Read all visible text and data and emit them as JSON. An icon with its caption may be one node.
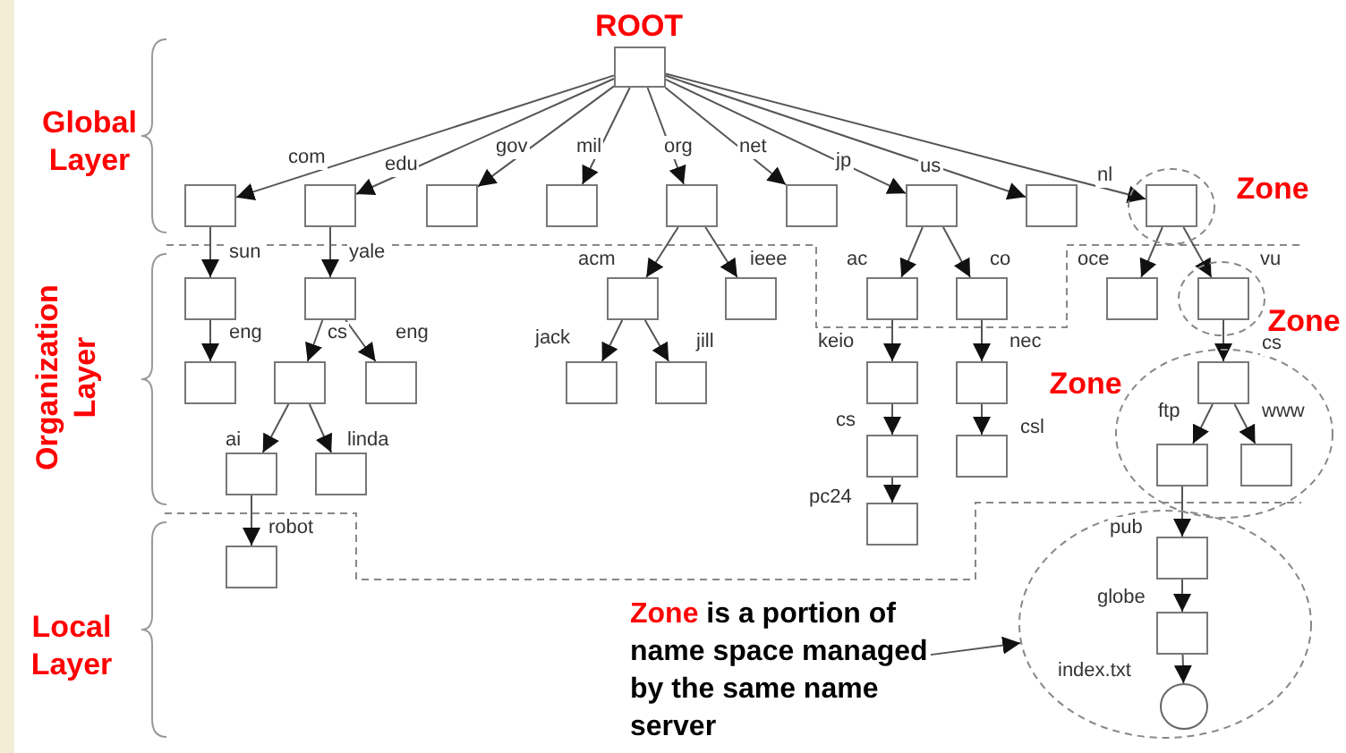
{
  "diagram": {
    "nodes": [
      {
        "text": [
          "ROOT"
        ]
      },
      {
        "text": [],
        "shape": "box"
      },
      {
        "text": [],
        "shape": "box"
      },
      {
        "text": [],
        "shape": "box"
      },
      {
        "text": [],
        "shape": "box"
      },
      {
        "text": [],
        "shape": "box"
      },
      {
        "text": [],
        "shape": "box"
      },
      {
        "text": [],
        "shape": "box"
      },
      {
        "text": [],
        "shape": "box"
      },
      {
        "text": [
          "Zone"
        ]
      },
      {
        "text": [],
        "shape": "box",
        "in": 9
      },
      {
        "text": [],
        "shape": "box"
      },
      {
        "text": [],
        "shape": "box"
      },
      {
        "text": [],
        "shape": "box"
      },
      {
        "text": [],
        "shape": "box"
      },
      {
        "text": [],
        "shape": "box"
      },
      {
        "text": [],
        "shape": "box"
      },
      {
        "text": [],
        "shape": "box"
      },
      {
        "text": [
          "Zone"
        ]
      },
      {
        "text": [],
        "shape": "box",
        "in": 18
      },
      {
        "text": [],
        "shape": "box"
      },
      {
        "text": [],
        "shape": "box"
      },
      {
        "text": [],
        "shape": "box"
      },
      {
        "text": [],
        "shape": "box"
      },
      {
        "text": [],
        "shape": "box"
      },
      {
        "text": [],
        "shape": "box"
      },
      {
        "text": [],
        "shape": "box"
      },
      {
        "text": [
          "Zone"
        ]
      },
      {
        "text": [],
        "shape": "box",
        "in": 27
      },
      {
        "text": [],
        "shape": "box"
      },
      {
        "text": [],
        "shape": "box"
      },
      {
        "text": [],
        "shape": "box"
      },
      {
        "text": [],
        "shape": "box"
      },
      {
        "text": [],
        "shape": "box",
        "in": 27
      },
      {
        "text": [],
        "shape": "box",
        "in": 27
      },
      {
        "text": [],
        "shape": "box"
      },
      {
        "text": [],
        "shape": "box"
      },
      {
        "text": [],
        "shape": "circle"
      },
      {
        "text": [],
        "shape": "box",
        "in": 37
      },
      {
        "text": [],
        "shape": "box",
        "in": 37
      },
      {
        "text": [],
        "shape": "circle",
        "in": 37
      },
      {
        "text": [
          "Zone is a portion of name space managed by the same name server"
        ]
      }
    ],
    "edges": [
      {
        "from": 0,
        "to": 1,
        "arrow": "to",
        "label": "com"
      },
      {
        "from": 0,
        "to": 2,
        "arrow": "to",
        "label": "edu"
      },
      {
        "from": 0,
        "to": 3,
        "arrow": "to",
        "label": "gov"
      },
      {
        "from": 0,
        "to": 4,
        "arrow": "to",
        "label": "mil"
      },
      {
        "from": 0,
        "to": 5,
        "arrow": "to",
        "label": "org"
      },
      {
        "from": 0,
        "to": 6,
        "arrow": "to",
        "label": "net"
      },
      {
        "from": 0,
        "to": 7,
        "arrow": "to",
        "label": "jp"
      },
      {
        "from": 0,
        "to": 8,
        "arrow": "to",
        "label": "us"
      },
      {
        "from": 0,
        "to": 10,
        "arrow": "to",
        "label": "nl"
      },
      {
        "from": 1,
        "to": 11,
        "arrow": "to",
        "label": "sun"
      },
      {
        "from": 2,
        "to": 12,
        "arrow": "to",
        "label": "yale"
      },
      {
        "from": 5,
        "to": 13,
        "arrow": "to",
        "label": "acm"
      },
      {
        "from": 5,
        "to": 14,
        "arrow": "to",
        "label": "ieee"
      },
      {
        "from": 7,
        "to": 15,
        "arrow": "to",
        "label": "ac"
      },
      {
        "from": 7,
        "to": 16,
        "arrow": "to",
        "label": "co"
      },
      {
        "from": 10,
        "to": 17,
        "arrow": "to",
        "label": "oce"
      },
      {
        "from": 10,
        "to": 19,
        "arrow": "to",
        "label": "vu"
      },
      {
        "from": 11,
        "to": 20,
        "arrow": "to",
        "label": "eng"
      },
      {
        "from": 12,
        "to": 21,
        "arrow": "to",
        "label": "cs"
      },
      {
        "from": 12,
        "to": 22,
        "arrow": "to",
        "label": "eng"
      },
      {
        "from": 13,
        "to": 23,
        "arrow": "to",
        "label": "jack"
      },
      {
        "from": 13,
        "to": 24,
        "arrow": "to",
        "label": "jill"
      },
      {
        "from": 15,
        "to": 25,
        "arrow": "to",
        "label": "keio"
      },
      {
        "from": 16,
        "to": 26,
        "arrow": "to",
        "label": "nec"
      },
      {
        "from": 19,
        "to": 28,
        "arrow": "to",
        "label": "cs"
      },
      {
        "from": 21,
        "to": 29,
        "arrow": "to",
        "label": "ai"
      },
      {
        "from": 21,
        "to": 30,
        "arrow": "to",
        "label": "linda"
      },
      {
        "from": 25,
        "to": 31,
        "arrow": "to",
        "label": "cs"
      },
      {
        "from": 26,
        "to": 32,
        "arrow": "to",
        "label": "csl"
      },
      {
        "from": 28,
        "to": 33,
        "arrow": "to",
        "label": "ftp"
      },
      {
        "from": 28,
        "to": 34,
        "arrow": "to",
        "label": "www"
      },
      {
        "from": 31,
        "to": 35,
        "arrow": "to",
        "label": "pc24"
      },
      {
        "from": 29,
        "to": 36,
        "arrow": "to",
        "label": "robot"
      },
      {
        "from": 33,
        "to": 38,
        "arrow": "to",
        "label": "pub"
      },
      {
        "from": 38,
        "to": 39,
        "arrow": "to",
        "label": "globe"
      },
      {
        "from": 39,
        "to": 40,
        "arrow": "to",
        "label": "index.txt"
      },
      {
        "from": 41,
        "to": 37,
        "arrow": "to"
      }
    ],
    "labels": [
      "Global Layer",
      "Organization Layer",
      "Local Layer"
    ]
  }
}
